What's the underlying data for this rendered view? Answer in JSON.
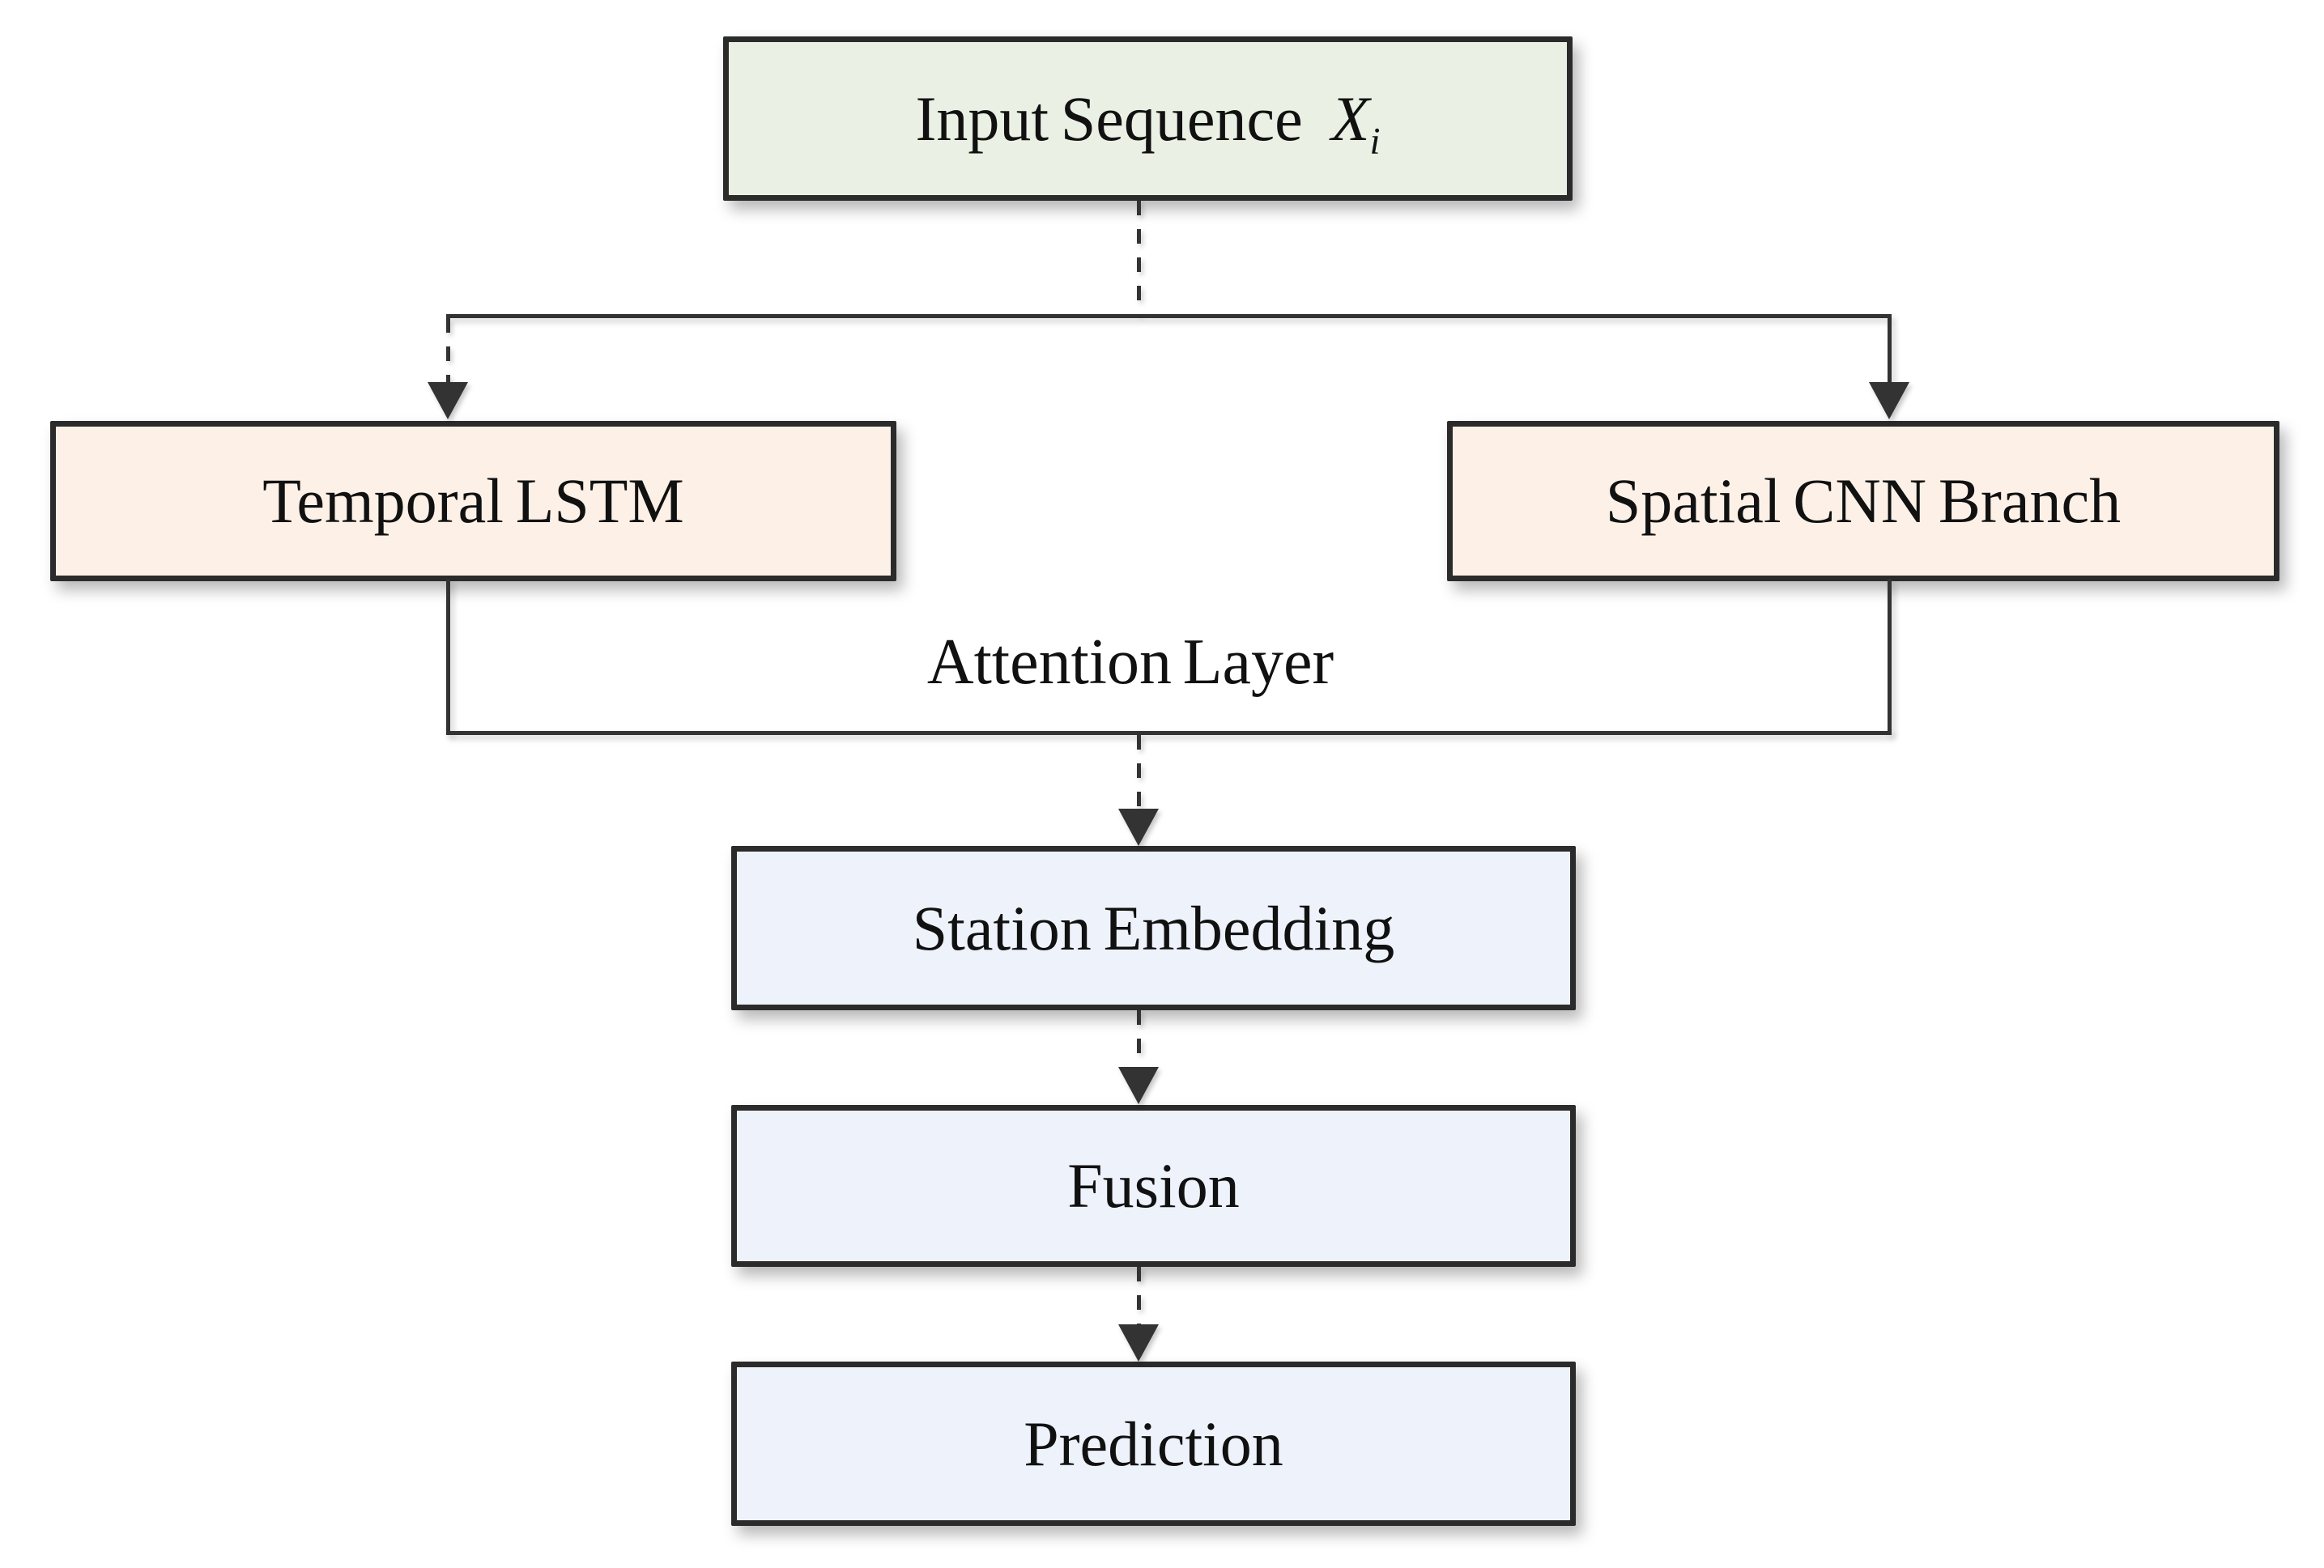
{
  "nodes": {
    "input": {
      "label": "Input Sequence",
      "var": "X",
      "sub": "i"
    },
    "temporal": {
      "label": "Temporal LSTM"
    },
    "spatial": {
      "label": "Spatial CNN Branch"
    },
    "attention": {
      "label": "Attention Layer"
    },
    "station": {
      "label": "Station Embedding"
    },
    "fusion": {
      "label": "Fusion"
    },
    "prediction": {
      "label": "Prediction"
    }
  },
  "colors": {
    "input_fill": "#eaf0e4",
    "branch_fill": "#fdf1e7",
    "stage_fill": "#edf2fb",
    "node_border": "#2b2b2b",
    "line_color": "#333333",
    "text_color": "#111111",
    "background": "#ffffff"
  }
}
